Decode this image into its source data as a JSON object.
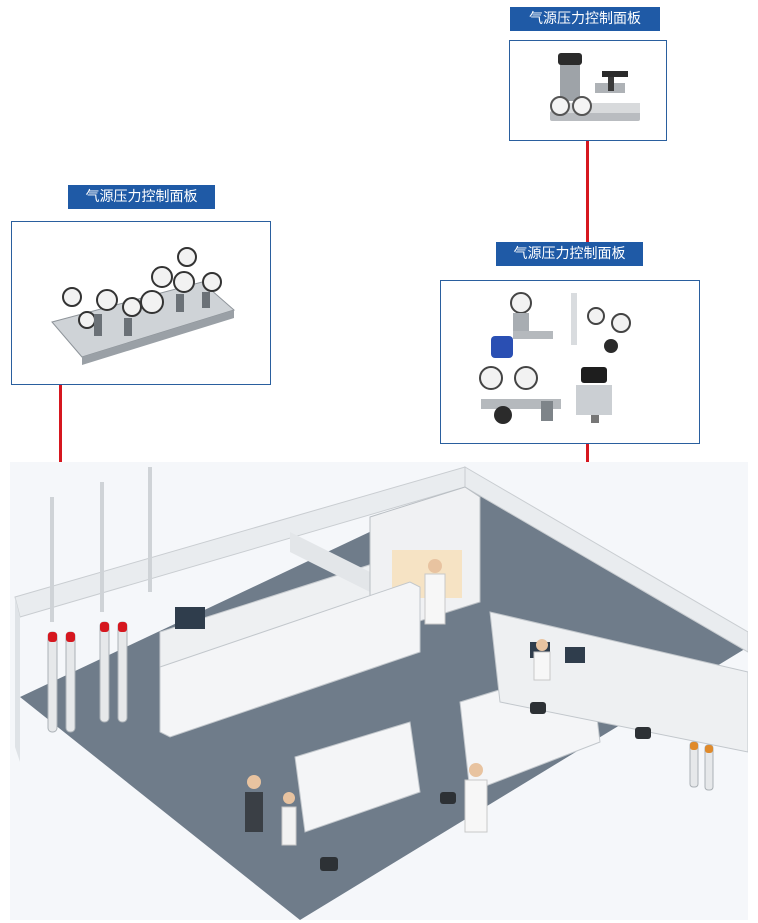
{
  "panels": {
    "top_right": {
      "label": "气源压力控制面板",
      "icon": "regulator-with-valve-icon"
    },
    "left": {
      "label": "气源压力控制面板",
      "icon": "multi-gauge-panel-icon"
    },
    "middle_right": {
      "label": "气源压力控制面板",
      "icon": "regulator-group-icon"
    }
  },
  "scene": {
    "icon": "laboratory-isometric-illustration"
  },
  "colors": {
    "label_bg": "#1f5aa6",
    "connector": "#d6171f",
    "box_border": "#2a5f9e"
  }
}
